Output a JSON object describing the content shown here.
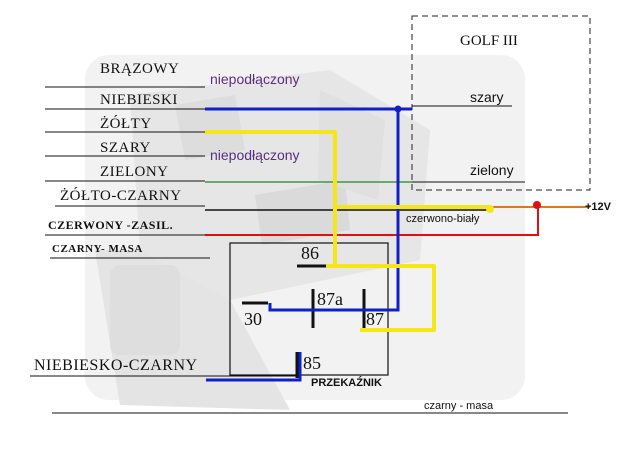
{
  "golf": {
    "title": "GOLF III",
    "wire_gray": "szary",
    "wire_green": "zielony"
  },
  "wires": {
    "brazowy": "BRĄZOWY",
    "niebieski": "NIEBIESKI",
    "zolty": "ŻÓŁTY",
    "szary": "SZARY",
    "zielony": "ZIELONY",
    "zolto_czarny": "ŻÓŁTO-CZARNY",
    "czerwony": "CZERWONY -ZASIL.",
    "czarny": "CZARNY- MASA",
    "niebiesko_czarny": "NIEBIESKO-CZARNY"
  },
  "notes": {
    "not_connected_1": "niepodłączony",
    "not_connected_2": "niepodłączony",
    "red_white": "czerwono-biały",
    "plus12": "+12V",
    "ground": "czarny - masa"
  },
  "relay": {
    "label": "PRZEKAŹNIK",
    "pin86": "86",
    "pin87a": "87a",
    "pin30": "30",
    "pin87": "87",
    "pin85": "85"
  },
  "colors": {
    "blue": "#1020c8",
    "yellow": "#f5e61a",
    "red": "#e01010",
    "orange": "#e07818",
    "green": "#1a8a2a",
    "black": "#111111"
  }
}
